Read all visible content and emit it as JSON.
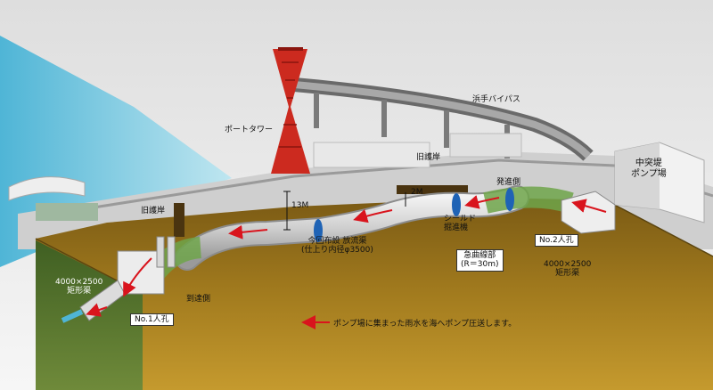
{
  "labels": {
    "port_tower": "ポートタワー",
    "hamate_bypass": "浜手バイパス",
    "old_revetment_upper": "旧護岸",
    "old_revetment_left": "旧護岸",
    "depth_13m": "13M",
    "gap_2m": "2M",
    "departure_side": "発進側",
    "shield_machine_line1": "シールド",
    "shield_machine_line2": "掘進機",
    "pump_station_line1": "中突堤",
    "pump_station_line2": "ポンプ場",
    "drain_line1": "今回布設 放流渠",
    "drain_line2": "(仕上り内径φ3500)",
    "sharp_curve_line1": "急曲線部",
    "sharp_curve_line2": "(R＝30m)",
    "manhole_2": "No.2人孔",
    "manhole_1": "No.1人孔",
    "culvert_right_line1": "4000×2500",
    "culvert_right_line2": "矩形渠",
    "culvert_left_line1": "4000×2500",
    "culvert_left_line2": "矩形渠",
    "arrival_side": "到達側"
  },
  "legend": {
    "text": "ポンプ場に集まった雨水を海へポンプ圧送します。"
  },
  "colors": {
    "sea": "#6fc3dc",
    "ground_soil": "#a0791b",
    "green_layer": "#4f6f2c",
    "tower_red": "#cc2a1f",
    "pipe": "#d4d4d4",
    "shield_blue": "#1f63b5",
    "flow_arrow": "#d9141d",
    "sky": "#ececec"
  }
}
